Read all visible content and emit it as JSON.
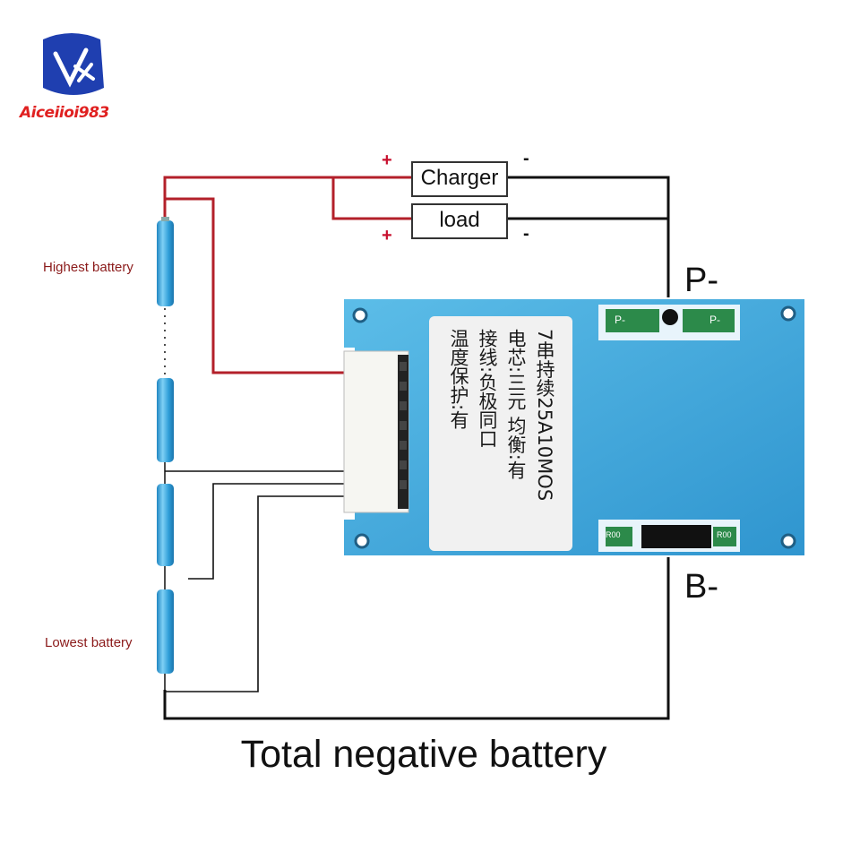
{
  "logo": {
    "text": "Aiceiioi983"
  },
  "loads": {
    "charger": "Charger",
    "load": "load",
    "plus": "+",
    "minus": "-"
  },
  "batteries": {
    "highest": "Highest battery",
    "lowest": "Lowest battery"
  },
  "terminals": {
    "p_minus": "P-",
    "b_minus": "B-"
  },
  "footer": {
    "text": "Total negative battery"
  },
  "board": {
    "sticker_lines": [
      "7串持续25A10MOS",
      "电芯:三元 均衡:有",
      "接线:负极同口",
      "温度保护:有"
    ],
    "pads": {
      "p1": "P-",
      "p2": "P-",
      "r1": "R00",
      "r2": "R00"
    }
  },
  "colors": {
    "wire_red": "#b3202a",
    "wire_black": "#111111",
    "board_blue": "#3fa9dc",
    "cell_blue": "#2f9ed8"
  }
}
